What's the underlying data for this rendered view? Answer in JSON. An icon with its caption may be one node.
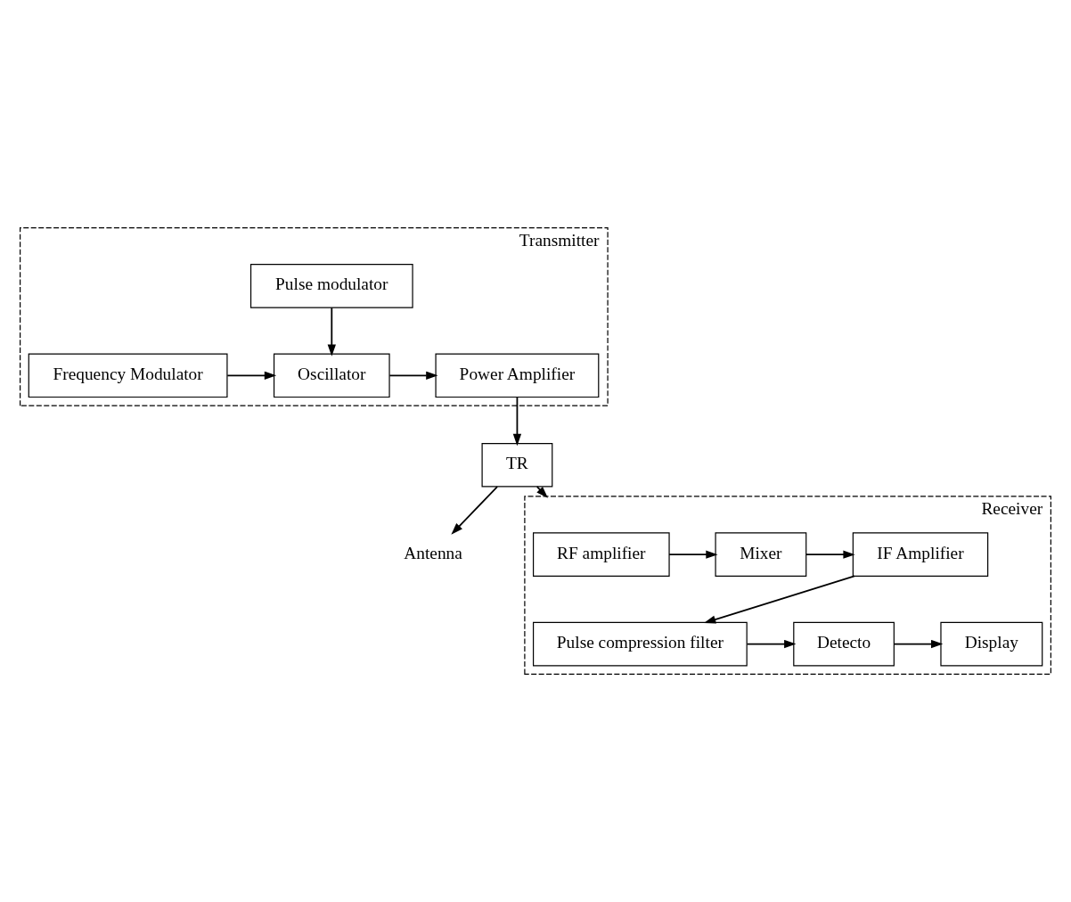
{
  "diagram": {
    "nodes": [
      {
        "text": [
          "Transmitter"
        ]
      },
      {
        "text": [
          "Pulse modulator"
        ],
        "in": 0
      },
      {
        "text": [
          "Power Amplifier"
        ],
        "in": 0
      },
      {
        "text": [
          "Oscillator"
        ],
        "in": 0
      },
      {
        "text": [
          "Frequency Modulator"
        ],
        "in": 0
      },
      {
        "text": [
          "Antenna"
        ]
      },
      {
        "text": [
          "TR"
        ]
      },
      {
        "text": [
          "Receiver"
        ]
      },
      {
        "text": [
          "RF amplifier"
        ],
        "in": 7
      },
      {
        "text": [
          "Mixer"
        ],
        "in": 7
      },
      {
        "text": [
          "IF Amplifier"
        ],
        "in": 7
      },
      {
        "text": [
          "Display"
        ],
        "in": 7
      },
      {
        "text": [
          "Detecto"
        ],
        "in": 7
      },
      {
        "text": [
          "Pulse compression filter"
        ],
        "in": 7
      }
    ],
    "edges": [
      {
        "from": 1,
        "to": 3,
        "arrow": "to"
      },
      {
        "from": 3,
        "to": 2,
        "arrow": "to"
      },
      {
        "from": 4,
        "to": 3,
        "arrow": "to"
      },
      {
        "from": 2,
        "to": 6,
        "arrow": "to"
      },
      {
        "from": 6,
        "to": 5,
        "arrow": "to"
      },
      {
        "from": 6,
        "to": 7,
        "arrow": "to"
      },
      {
        "from": 8,
        "to": 9,
        "arrow": "to"
      },
      {
        "from": 9,
        "to": 10,
        "arrow": "to"
      },
      {
        "from": 10,
        "to": 13,
        "arrow": "to"
      },
      {
        "from": 13,
        "to": 12,
        "arrow": "to"
      },
      {
        "from": 12,
        "to": 11,
        "arrow": "to"
      }
    ]
  }
}
